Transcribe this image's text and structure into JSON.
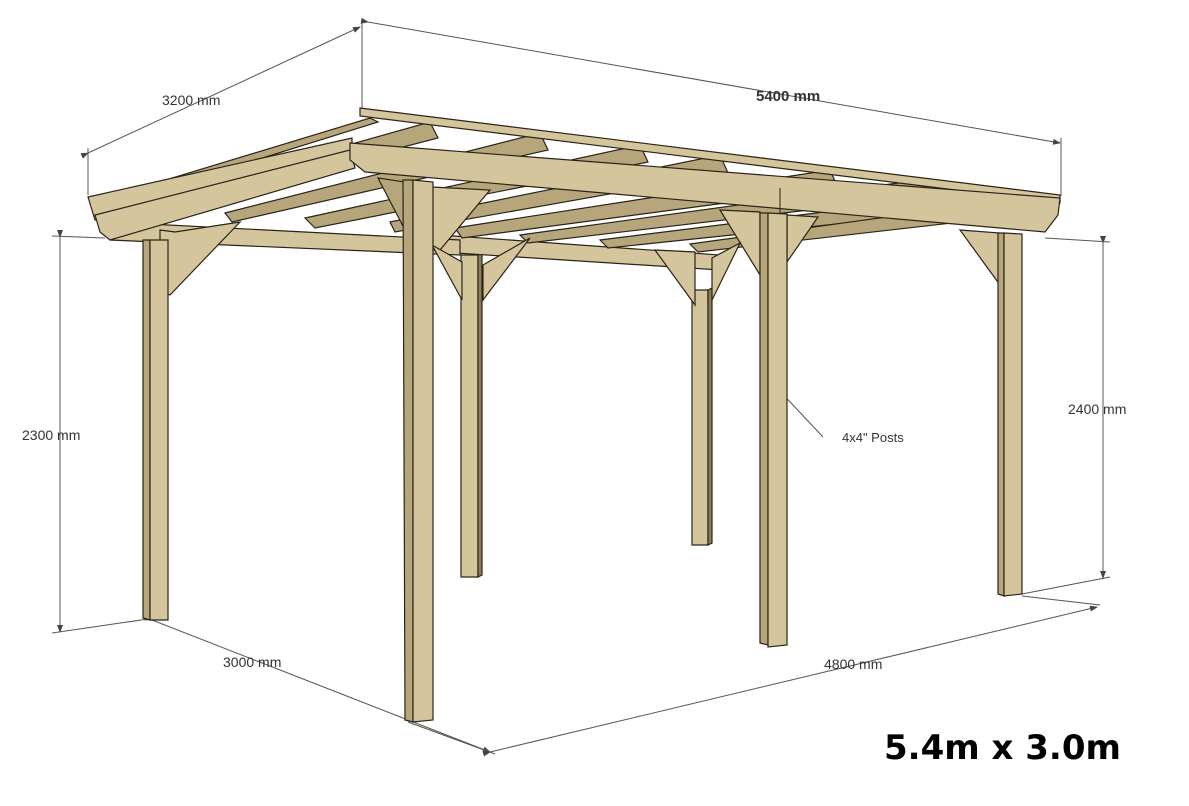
{
  "dimensions": {
    "roof_depth": "3200 mm",
    "roof_length": "5400 mm",
    "front_height": "2300 mm",
    "back_height": "2400 mm",
    "post_depth": "3000 mm",
    "post_length": "4800 mm"
  },
  "annotation": "4x4\" Posts",
  "title": "5.4m x 3.0m",
  "colors": {
    "timber_light": "#d4c59d",
    "timber_dark": "#8d7e5a"
  }
}
